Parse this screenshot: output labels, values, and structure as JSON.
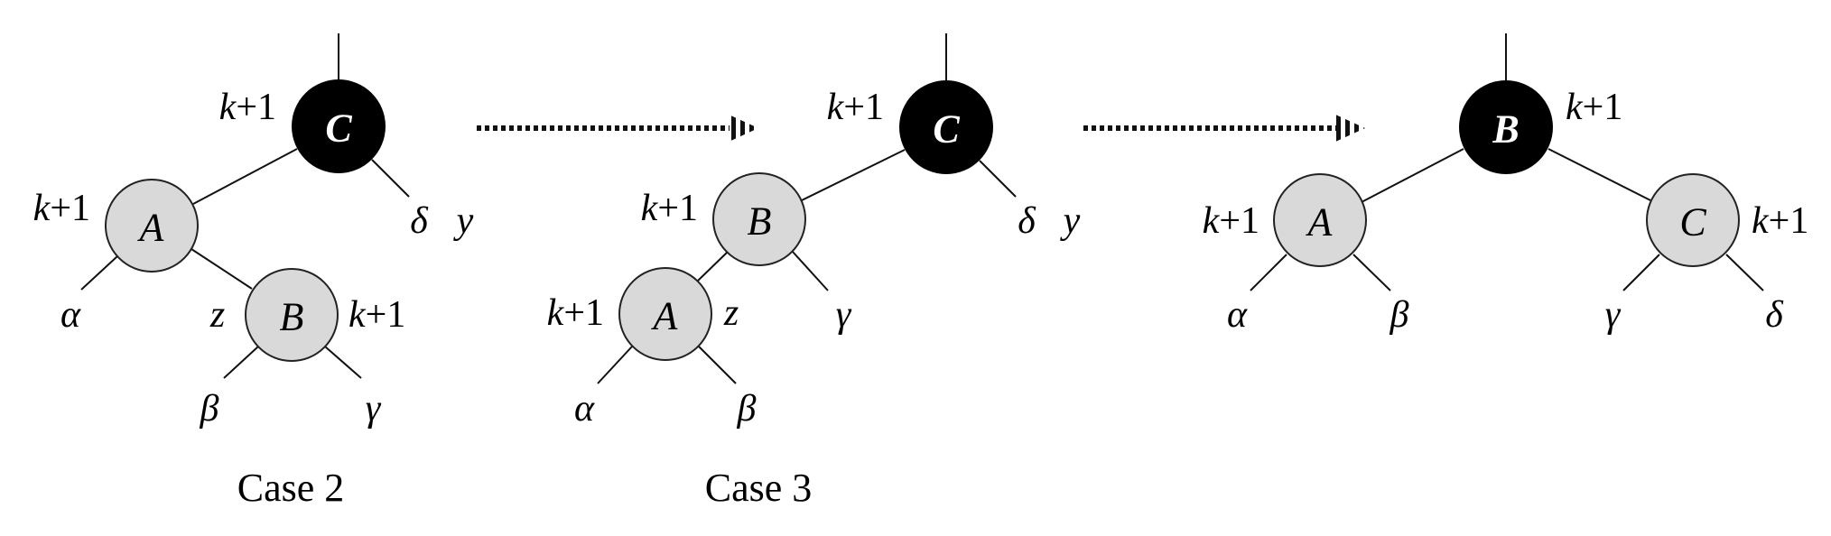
{
  "figure": {
    "panels": [
      {
        "id": "case2",
        "caption": "Case 2",
        "nodes": [
          {
            "key": "C",
            "color": "black",
            "rank": "k+1"
          },
          {
            "key": "A",
            "color": "gray",
            "rank": "k+1"
          },
          {
            "key": "B",
            "color": "gray",
            "rank": "k+1",
            "tag": "z"
          }
        ],
        "subtrees": [
          "α",
          "β",
          "γ",
          "δ"
        ],
        "extra_labels": {
          "y": "y"
        }
      },
      {
        "id": "case3",
        "caption": "Case 3",
        "nodes": [
          {
            "key": "C",
            "color": "black",
            "rank": "k+1"
          },
          {
            "key": "B",
            "color": "gray",
            "rank": "k+1"
          },
          {
            "key": "A",
            "color": "gray",
            "rank": "k+1",
            "tag": "z"
          }
        ],
        "subtrees": [
          "α",
          "β",
          "γ",
          "δ"
        ],
        "extra_labels": {
          "y": "y"
        }
      },
      {
        "id": "result",
        "caption": "",
        "nodes": [
          {
            "key": "B",
            "color": "black",
            "rank": "k+1"
          },
          {
            "key": "A",
            "color": "gray",
            "rank": "k+1"
          },
          {
            "key": "C",
            "color": "gray",
            "rank": "k+1"
          }
        ],
        "subtrees": [
          "α",
          "β",
          "γ",
          "δ"
        ]
      }
    ],
    "arrows": [
      "case2-to-case3",
      "case3-to-result"
    ],
    "rank_prefix": "k",
    "rank_suffix": "+1",
    "colors": {
      "black_node": "#000000",
      "gray_node": "#d9d9d9",
      "stroke": "#222222"
    }
  }
}
